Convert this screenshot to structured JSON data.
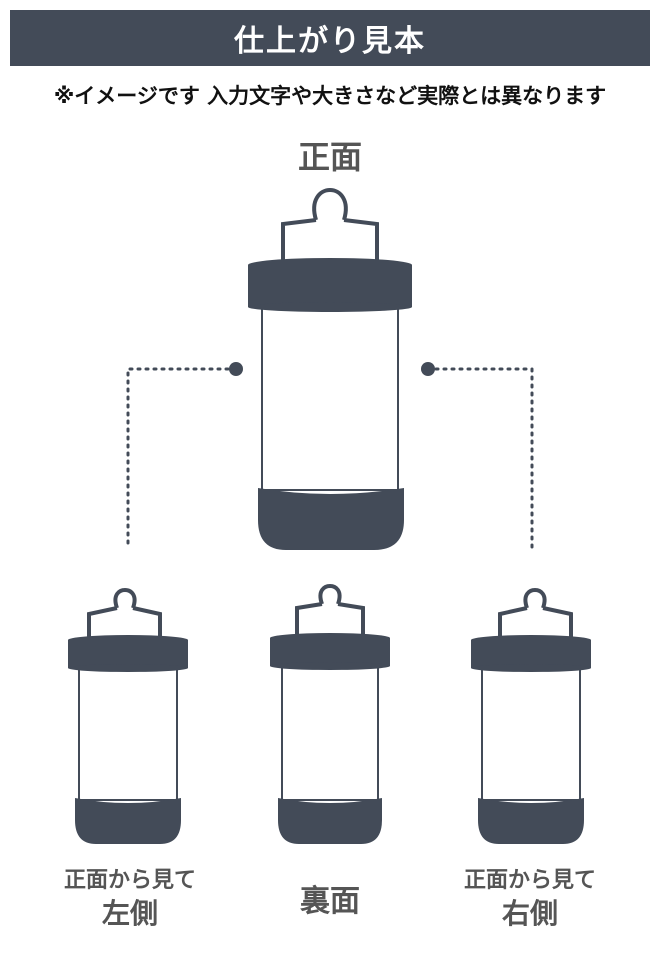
{
  "header": {
    "title": "仕上がり見本"
  },
  "note": {
    "text": "※イメージです 入力文字や大きさなど実際とは異なります"
  },
  "views": {
    "front": {
      "label": "正面"
    },
    "left": {
      "line1": "正面から見て",
      "line2": "左側"
    },
    "back": {
      "label": "裏面"
    },
    "right": {
      "line1": "正面から見て",
      "line2": "右側"
    }
  },
  "colors": {
    "dark": "#434b58",
    "text": "#555555",
    "body": "#ffffff"
  }
}
